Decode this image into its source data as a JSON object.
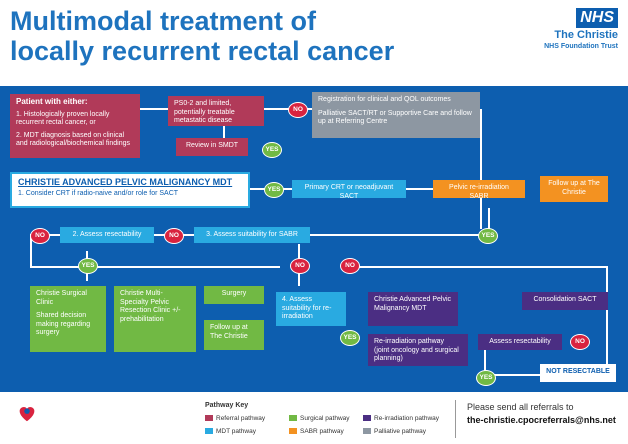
{
  "title_line1": "Multimodal treatment of",
  "title_line2": "locally recurrent rectal cancer",
  "nhs": {
    "logo": "NHS",
    "org": "The Christie",
    "sub": "NHS Foundation Trust"
  },
  "boxes": {
    "patient_heading": "Patient with either:",
    "patient_item1": "1. Histologically proven locally recurrent rectal cancer, or",
    "patient_item2": "2. MDT diagnosis based on clinical and radiological/biochemical findings",
    "ps": "PS0-2 and limited, potentially treatable metastatic disease",
    "registration1": "Registration for clinical and QOL outcomes",
    "registration2": "Palliative SACT/RT or Supportive Care and follow up at Referring Centre",
    "review_smdt": "Review in SMDT",
    "mdt_heading": "CHRISTIE ADVANCED PELVIC MALIGNANCY MDT",
    "mdt_item": "1. Consider CRT if radio-naive and/or role for SACT",
    "primary_crt": "Primary CRT or neoadjuvant SACT",
    "pelvic_reirr": "Pelvic re-irradiation SABR",
    "followup_christie_orange": "Follow up at The Christie",
    "assess_resect": "2. Assess resectability",
    "assess_sabr": "3. Assess suitability for SABR",
    "surgical_clinic1": "Christie Surgical Clinic",
    "surgical_clinic2": "Shared decision making regarding surgery",
    "multi_clinic": "Christie Multi-Specialty Pelvic Resection Clinic +/- prehabilitation",
    "surgery": "Surgery",
    "followup_christie_green": "Follow up at The Christie",
    "assess_reirr": "4. Assess suitability for re-irradiation",
    "adv_mdt": "Christie Advanced Pelvic Malignancy MDT",
    "consolidation": "Consolidation SACT",
    "reirr_pathway1": "Re-irradiation pathway",
    "reirr_pathway2": "(joint oncology and surgical planning)",
    "assess_resect2": "Assess resectability",
    "not_resectable": "NOT RESECTABLE"
  },
  "pills": {
    "yes": "YES",
    "no": "NO"
  },
  "key": {
    "title": "Pathway Key",
    "items": [
      "Referral pathway",
      "Surgical pathway",
      "Re-irradiation pathway",
      "MDT pathway",
      "SABR pathway",
      "Palliative pathway"
    ]
  },
  "colors": {
    "referral": "#b13a59",
    "surgical": "#71b944",
    "reirradiation": "#4b2e83",
    "mdt": "#29aae1",
    "sabr": "#f39221",
    "palliative": "#8d97a2",
    "background": "#0d5eaf"
  },
  "footer": {
    "line1": "Please send all referrals to",
    "email": "the-christie.cpocreferrals@nhs.net"
  }
}
